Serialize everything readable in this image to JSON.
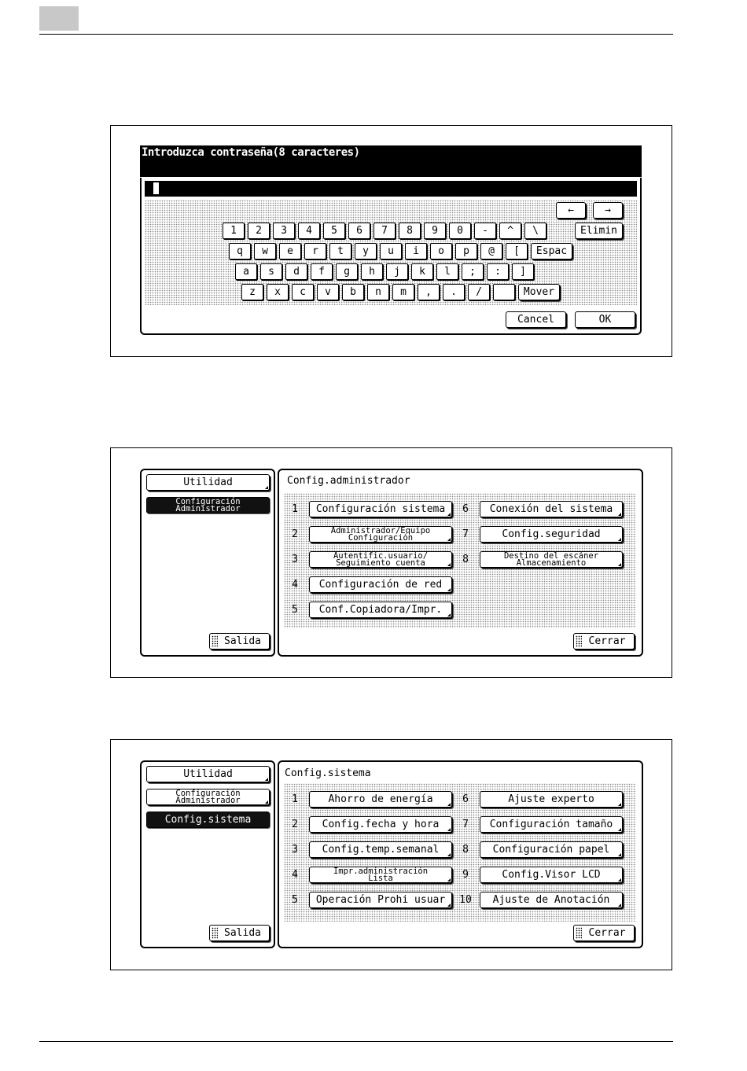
{
  "password_screen": {
    "prompt": "Introduzca contraseña(8 caracteres)",
    "arrow_left": "←",
    "arrow_right": "→",
    "row1": [
      "1",
      "2",
      "3",
      "4",
      "5",
      "6",
      "7",
      "8",
      "9",
      "0",
      "-",
      "^",
      "\\"
    ],
    "row2": [
      "q",
      "w",
      "e",
      "r",
      "t",
      "y",
      "u",
      "i",
      "o",
      "p",
      "@",
      "["
    ],
    "row3": [
      "a",
      "s",
      "d",
      "f",
      "g",
      "h",
      "j",
      "k",
      "l",
      ";",
      ":",
      "]"
    ],
    "row4": [
      "z",
      "x",
      "c",
      "v",
      "b",
      "n",
      "m",
      ",",
      ".",
      "/",
      ""
    ],
    "delete_label": "Elimin",
    "space_label": "Espac",
    "shift_label": "Mover",
    "cancel_label": "Cancel",
    "ok_label": "OK"
  },
  "admin_screen": {
    "sidebar": {
      "utility": "Utilidad",
      "current_1": "Configuración",
      "current_2": "Administrador",
      "exit": "Salida"
    },
    "heading": "Config.administrador",
    "items": [
      {
        "num": "1",
        "line1": "Configuración sistema",
        "line2": ""
      },
      {
        "num": "2",
        "line1": "Administrador/Equipo",
        "line2": "Configuración"
      },
      {
        "num": "3",
        "line1": "Autentific.usuario/",
        "line2": "Seguimiento cuenta"
      },
      {
        "num": "4",
        "line1": "Configuración de red",
        "line2": ""
      },
      {
        "num": "5",
        "line1": "Conf.Copiadora/Impr.",
        "line2": ""
      },
      {
        "num": "6",
        "line1": "Conexión del sistema",
        "line2": ""
      },
      {
        "num": "7",
        "line1": "Config.seguridad",
        "line2": ""
      },
      {
        "num": "8",
        "line1": "Destino del escáner",
        "line2": "Almacenamiento"
      }
    ],
    "close": "Cerrar"
  },
  "system_screen": {
    "sidebar": {
      "utility": "Utilidad",
      "admin_1": "Configuración",
      "admin_2": "Administrador",
      "current": "Config.sistema",
      "exit": "Salida"
    },
    "heading": "Config.sistema",
    "items": [
      {
        "num": "1",
        "line1": "Ahorro de energía",
        "line2": ""
      },
      {
        "num": "2",
        "line1": "Config.fecha y hora",
        "line2": ""
      },
      {
        "num": "3",
        "line1": "Config.temp.semanal",
        "line2": ""
      },
      {
        "num": "4",
        "line1": "Impr.administración",
        "line2": "Lista"
      },
      {
        "num": "5",
        "line1": "Operación Prohi usuar",
        "line2": ""
      },
      {
        "num": "6",
        "line1": "Ajuste experto",
        "line2": ""
      },
      {
        "num": "7",
        "line1": "Configuración tamaño",
        "line2": ""
      },
      {
        "num": "8",
        "line1": "Configuración papel",
        "line2": ""
      },
      {
        "num": "9",
        "line1": "Config.Visor LCD",
        "line2": ""
      },
      {
        "num": "10",
        "line1": "Ajuste de Anotación",
        "line2": ""
      }
    ],
    "close": "Cerrar"
  }
}
